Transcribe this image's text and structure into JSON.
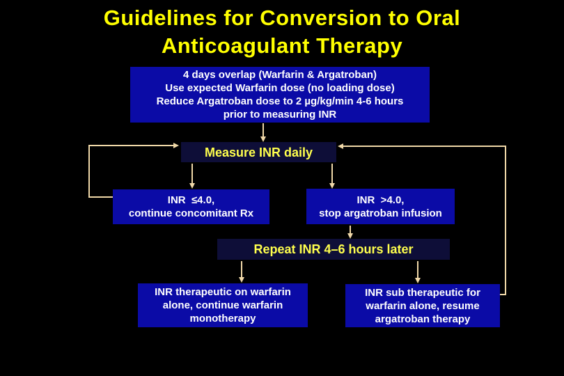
{
  "slide": {
    "title": {
      "line1": "Guidelines for Conversion to Oral",
      "line2": "Anticoagulant Therapy"
    },
    "colors": {
      "background": "#000000",
      "box_navy": "#0b0ba6",
      "box_dark": "#0e0e38",
      "title_yellow": "#ffff00",
      "label_yellow": "#ffff4d",
      "arrow_tan": "#f0d8a8",
      "text_white": "#ffffff"
    }
  },
  "flowchart": {
    "protocol_box": {
      "lines": [
        "4 days overlap (Warfarin & Argatroban)",
        "Use expected Warfarin dose (no loading dose)",
        "Reduce Argatroban dose to 2 µg/kg/min 4-6 hours",
        "prior to measuring INR"
      ]
    },
    "measure_box": {
      "label": "Measure INR daily"
    },
    "inr_low_box": {
      "lines": [
        "INR  ≤4.0,",
        "continue concomitant Rx"
      ]
    },
    "inr_high_box": {
      "lines": [
        "INR  >4.0,",
        "stop argatroban infusion"
      ]
    },
    "repeat_box": {
      "label": "Repeat INR 4–6 hours later"
    },
    "therapeutic_box": {
      "lines": [
        "INR therapeutic on warfarin",
        "alone, continue warfarin",
        "monotherapy"
      ]
    },
    "subtherapeutic_box": {
      "lines": [
        "INR sub therapeutic for",
        "warfarin alone, resume",
        "argatroban therapy"
      ]
    }
  }
}
